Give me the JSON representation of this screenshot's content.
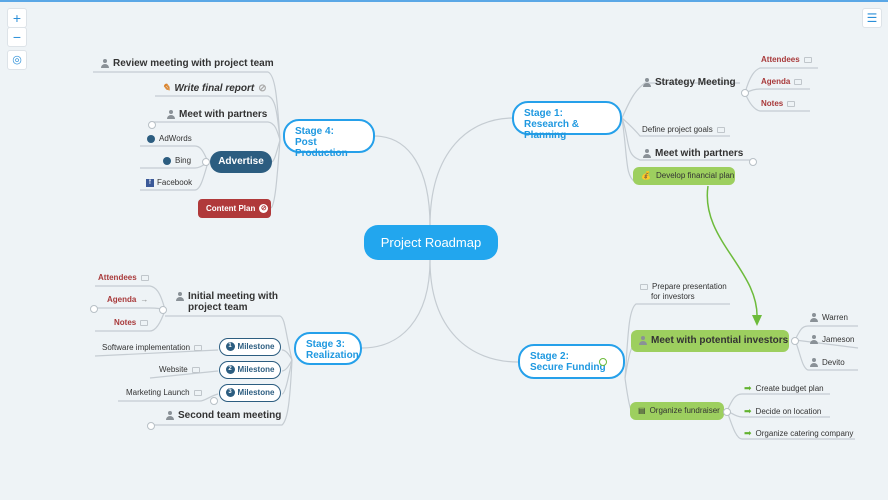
{
  "central": {
    "label": "Project Roadmap"
  },
  "stage1": {
    "title_line1": "Stage 1:",
    "title_line2": "Research & Planning",
    "strategy_meeting": "Strategy Meeting",
    "strategy_items": [
      "Attendees",
      "Agenda",
      "Notes"
    ],
    "define_goals": "Define project goals",
    "meet_partners": "Meet with partners",
    "develop_plan": "Develop financial plan"
  },
  "stage2": {
    "title_line1": "Stage 2:",
    "title_line2": "Secure Funding",
    "prepare_line1": "Prepare presentation",
    "prepare_line2": "for investors",
    "meet_investors": "Meet with potential investors",
    "investors": [
      "Warren",
      "Jameson",
      "Devito"
    ],
    "organize_fundraiser": "Organize fundraiser",
    "fundraiser_items": [
      "Create budget plan",
      "Decide on location",
      "Organize catering company"
    ]
  },
  "stage3": {
    "title_line1": "Stage 3:",
    "title_line2": "Realization",
    "initial_meeting_line1": "Initial meeting with",
    "initial_meeting_line2": "project team",
    "initial_items": [
      "Attendees",
      "Agenda",
      "Notes"
    ],
    "milestones": [
      {
        "num": "1",
        "label": "Milestone",
        "task": "Software implementation"
      },
      {
        "num": "2",
        "label": "Milestone",
        "task": "Website"
      },
      {
        "num": "3",
        "label": "Milestone",
        "task": "Marketing Launch"
      }
    ],
    "second_meeting": "Second team meeting"
  },
  "stage4": {
    "title_line1": "Stage 4:",
    "title_line2": "Post Production",
    "review_meeting": "Review meeting with project team",
    "write_report": "Write final report",
    "meet_partners": "Meet with partners",
    "advertise": "Advertise",
    "channels": [
      "AdWords",
      "Bing",
      "Facebook"
    ],
    "content_plan": "Content Plan"
  },
  "toolbar": {
    "zoom_in": "+",
    "zoom_out": "−",
    "locate_icon": "crosshair-icon",
    "menu_icon": "hamburger-menu-icon"
  },
  "colors": {
    "stage_blue": "#22a6ee",
    "green": "#9dcf5f",
    "navy": "#2c5d80",
    "red": "#b0393a"
  }
}
